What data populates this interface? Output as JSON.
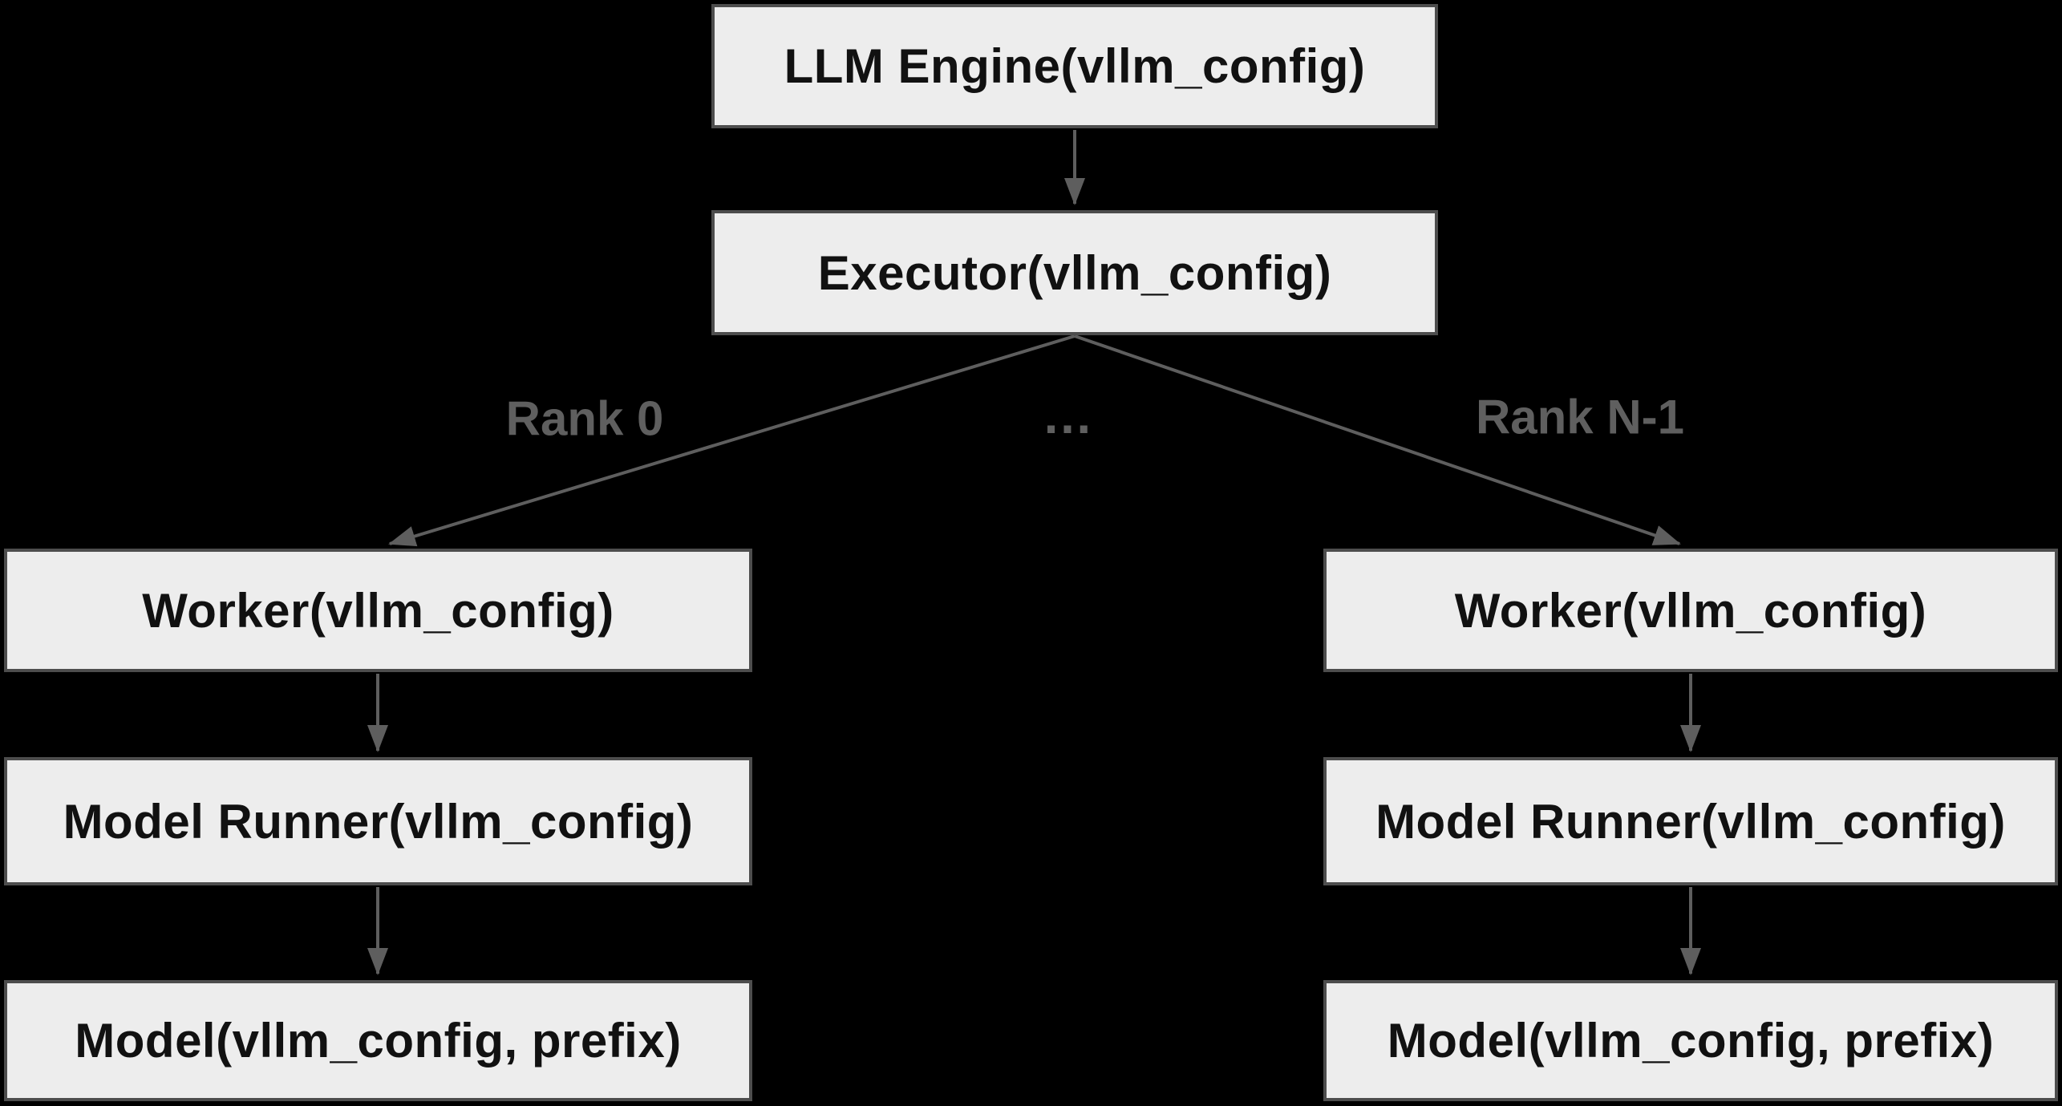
{
  "diagram": {
    "nodes": {
      "llm_engine": {
        "label": "LLM Engine(vllm_config)"
      },
      "executor": {
        "label": "Executor(vllm_config)"
      },
      "worker_rank0": {
        "label": "Worker(vllm_config)"
      },
      "model_runner_rank0": {
        "label": "Model Runner(vllm_config)"
      },
      "model_rank0": {
        "label": "Model(vllm_config, prefix)"
      },
      "worker_rankn": {
        "label": "Worker(vllm_config)"
      },
      "model_runner_rankn": {
        "label": "Model Runner(vllm_config)"
      },
      "model_rankn": {
        "label": "Model(vllm_config, prefix)"
      }
    },
    "edge_labels": {
      "rank0": "Rank 0",
      "ellipsis": "…",
      "rank_n_minus_1": "Rank N-1"
    },
    "colors": {
      "background": "#000000",
      "node_fill": "#ededed",
      "node_border": "#4d4d4d",
      "node_text": "#111111",
      "edge": "#5e5e5e",
      "edge_label": "#5f5f5f"
    }
  }
}
